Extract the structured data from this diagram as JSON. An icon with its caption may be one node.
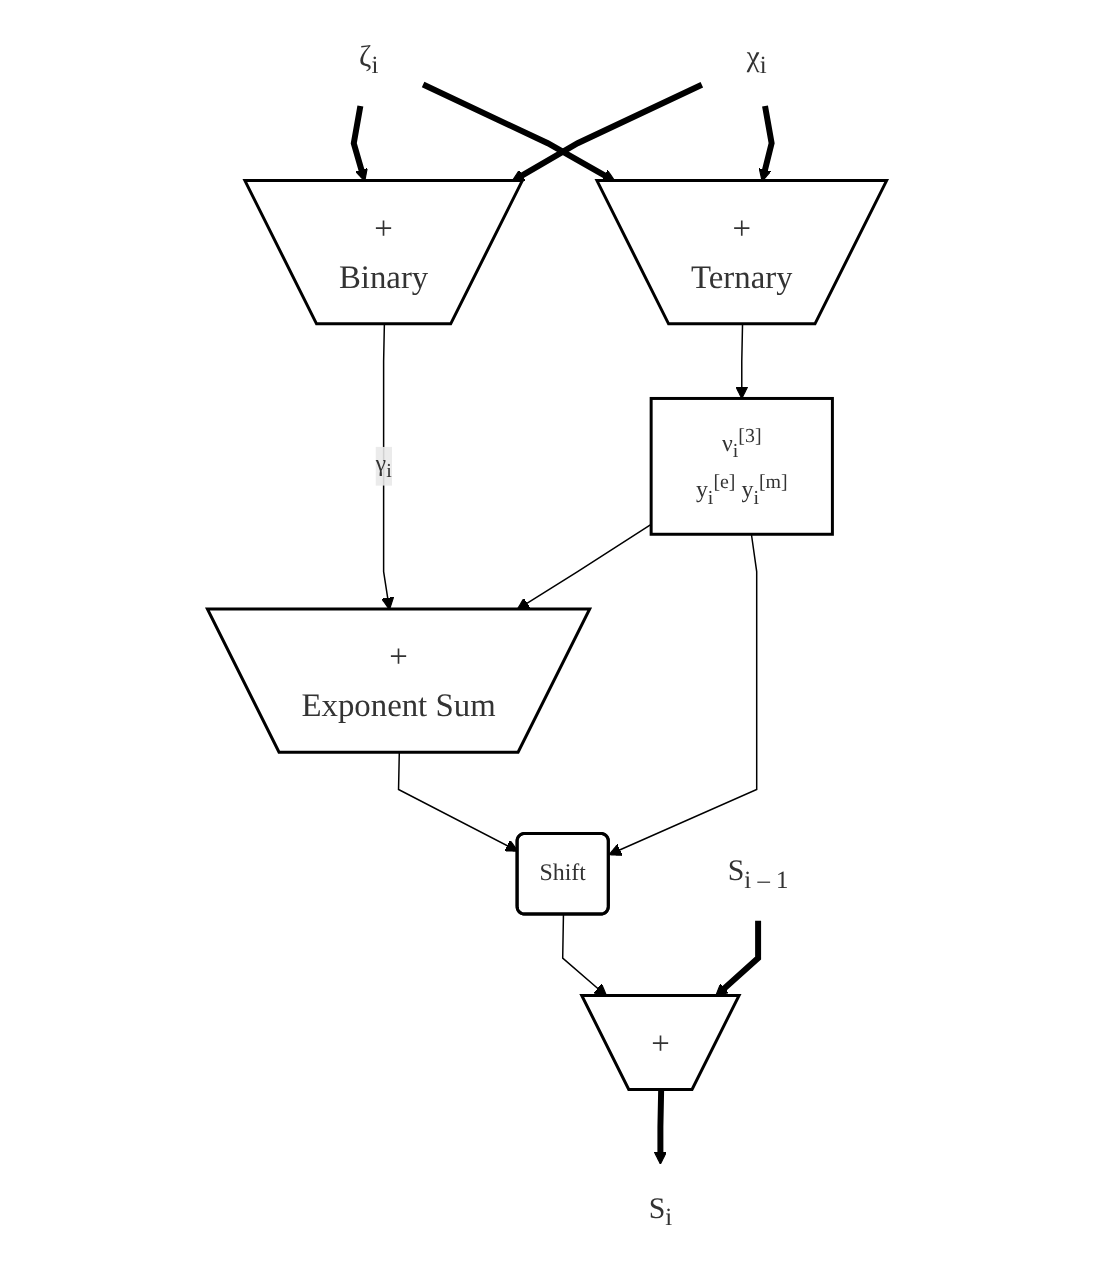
{
  "diagram": {
    "nodes": [
      {
        "text": [
          "ζ$_{i}$"
        ]
      },
      {
        "text": [
          "χ$_{i}$"
        ]
      },
      {
        "text": [
          "+",
          "Binary"
        ]
      },
      {
        "text": [
          "+",
          "Ternary"
        ]
      },
      {
        "text": [
          "ν$_{i}$$^{[3]}$",
          "y$_{i}$$^{[e]}$ y$_{i}$$^{[m]}$"
        ]
      },
      {
        "text": [
          "+",
          "Exponent Sum"
        ]
      },
      {
        "text": [
          "Shift"
        ]
      },
      {
        "text": [
          "S$_{i – 1}$"
        ]
      },
      {
        "text": [
          "+"
        ]
      },
      {
        "text": [
          "S$_{i}$"
        ]
      }
    ],
    "edges": [
      {
        "from": 0,
        "to": 2,
        "arrow": "to",
        "style": "thick"
      },
      {
        "from": 0,
        "to": 3,
        "arrow": "to",
        "style": "thick"
      },
      {
        "from": 1,
        "to": 2,
        "arrow": "to",
        "style": "thick"
      },
      {
        "from": 1,
        "to": 3,
        "arrow": "to",
        "style": "thick"
      },
      {
        "from": 2,
        "to": 5,
        "arrow": "to",
        "label": "γ$_{i}$"
      },
      {
        "from": 3,
        "to": 4,
        "arrow": "to"
      },
      {
        "from": 4,
        "to": 5,
        "arrow": "to"
      },
      {
        "from": 4,
        "to": 6,
        "arrow": "to"
      },
      {
        "from": 5,
        "to": 6,
        "arrow": "to"
      },
      {
        "from": 7,
        "to": 8,
        "arrow": "to",
        "style": "thick"
      },
      {
        "from": 6,
        "to": 8,
        "arrow": "to"
      },
      {
        "from": 8,
        "to": 9,
        "arrow": "to",
        "style": "thick"
      }
    ]
  }
}
